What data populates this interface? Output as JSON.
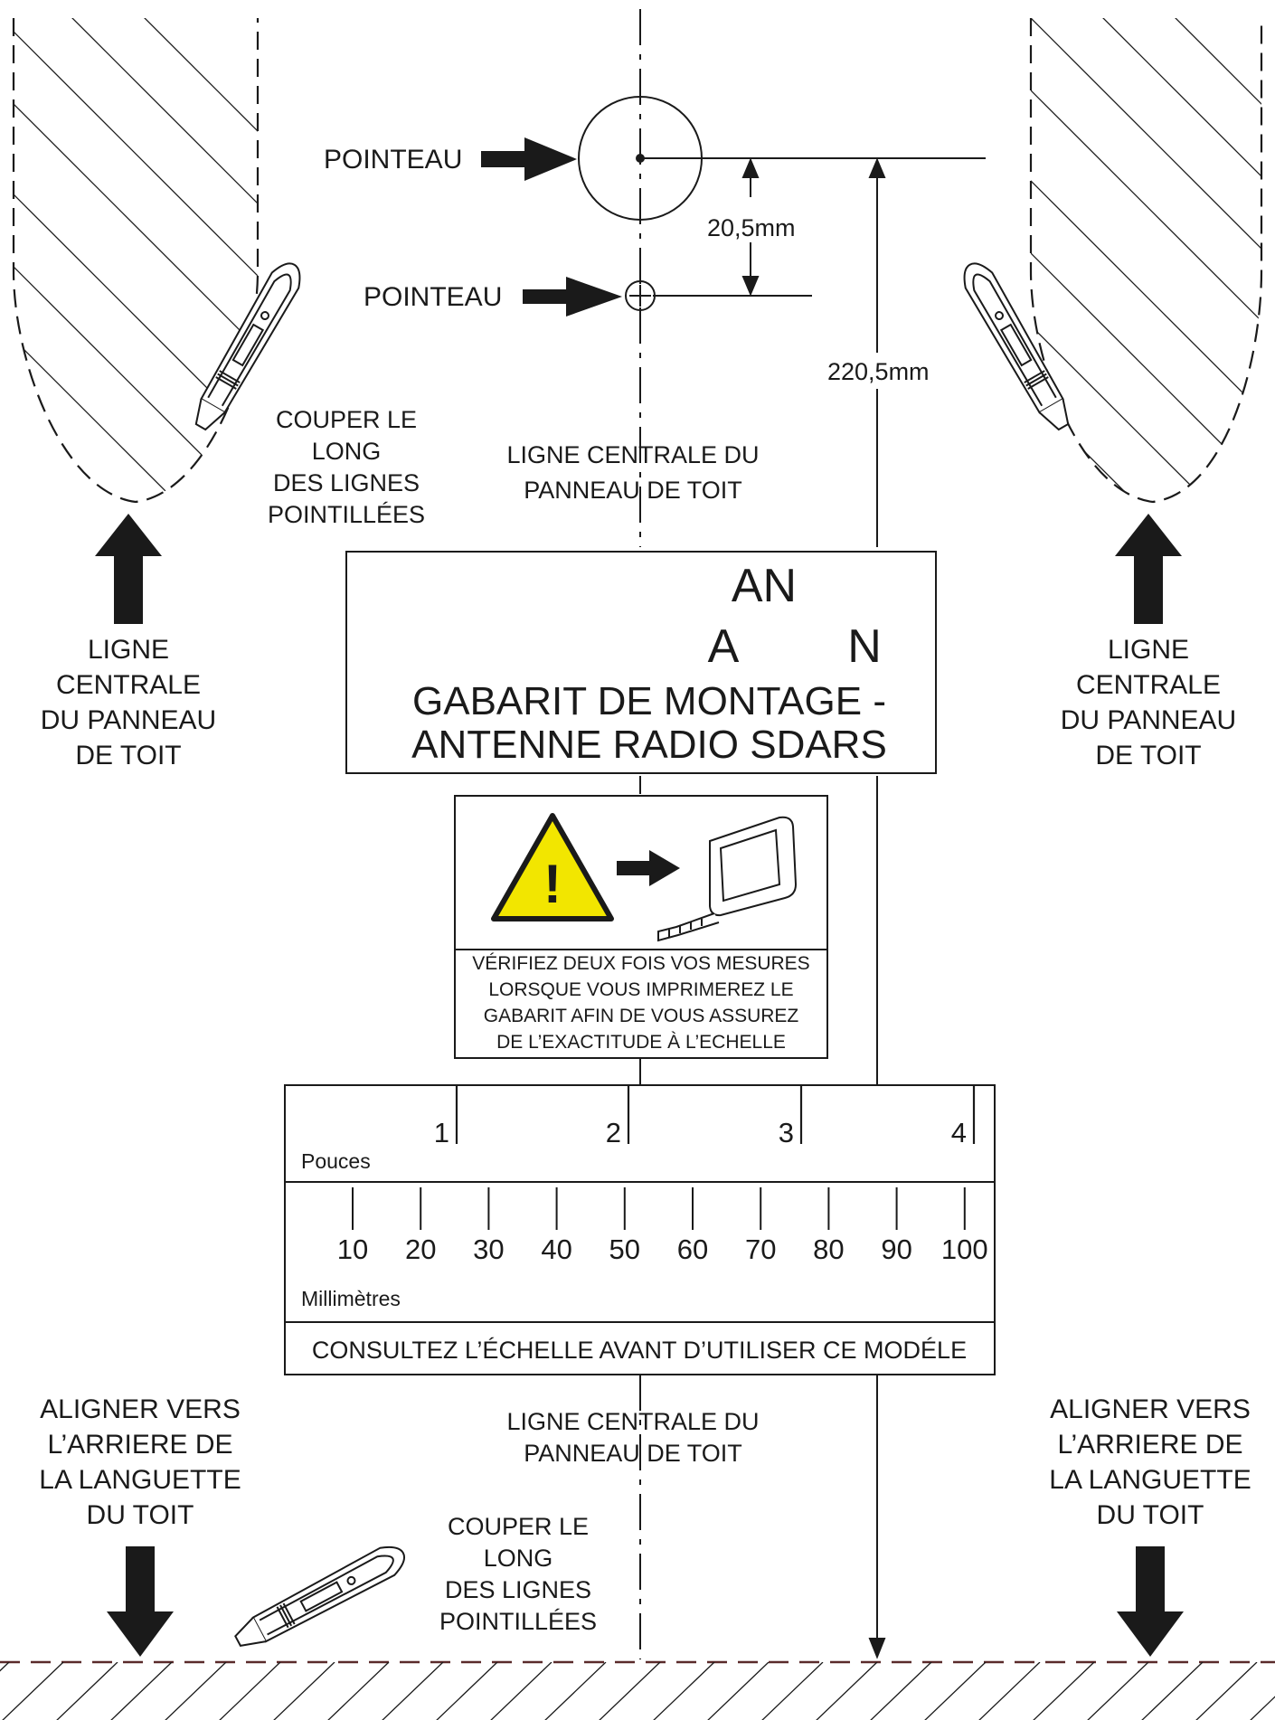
{
  "labels": {
    "pointeau_top": "POINTEAU",
    "pointeau_bottom": "POINTEAU",
    "dim_small": "20,5mm",
    "dim_large": "220,5mm",
    "center_line_top": [
      "LIGNE CENTRALE DU",
      "PANNEAU DE TOIT"
    ],
    "center_line_bottom": [
      "LIGNE CENTRALE DU",
      "PANNEAU DE TOIT"
    ],
    "cut_top": [
      "COUPER LE",
      "LONG",
      "DES LIGNES",
      "POINTILLÉES"
    ],
    "cut_bottom": [
      "COUPER LE",
      "LONG",
      "DES LIGNES",
      "POINTILLÉES"
    ],
    "side_left": [
      "LIGNE",
      "CENTRALE",
      "DU PANNEAU",
      "DE TOIT"
    ],
    "side_right": [
      "LIGNE",
      "CENTRALE",
      "DU PANNEAU",
      "DE TOIT"
    ],
    "align_left": [
      "ALIGNER VERS",
      "L’ARRIERE DE",
      "LA LANGUETTE",
      "DU TOIT"
    ],
    "align_right": [
      "ALIGNER VERS",
      "L’ARRIERE DE",
      "LA LANGUETTE",
      "DU TOIT"
    ]
  },
  "title_box": {
    "line1": "AN",
    "line2_left": "A",
    "line2_right": "N",
    "title1": "GABARIT DE MONTAGE -",
    "title2": "ANTENNE RADIO SDARS"
  },
  "warning": {
    "symbol": "!",
    "lines": [
      "VÉRIFIEZ DEUX FOIS VOS MESURES",
      "LORSQUE VOUS IMPRIMEREZ LE",
      "GABARIT AFIN DE VOUS ASSUREZ",
      "DE L’EXACTITUDE À L’ECHELLE"
    ],
    "colors": {
      "triangle": "#f2e600"
    }
  },
  "scale": {
    "inch_label": "Pouces",
    "inch_ticks": [
      "1",
      "2",
      "3",
      "4"
    ],
    "mm_label": "Millimètres",
    "mm_ticks": [
      "10",
      "20",
      "30",
      "40",
      "50",
      "60",
      "70",
      "80",
      "90",
      "100"
    ],
    "footer": "CONSULTEZ L’ÉCHELLE AVANT D’UTILISER CE MODÉLE"
  },
  "icons": [
    "arrow-right-icon",
    "arrow-up-icon",
    "arrow-down-icon",
    "utility-knife-icon",
    "warning-triangle-icon",
    "tape-measure-icon"
  ],
  "colors": {
    "ink": "#1a1a1a",
    "bottom_dash": "#5a2a2a"
  }
}
